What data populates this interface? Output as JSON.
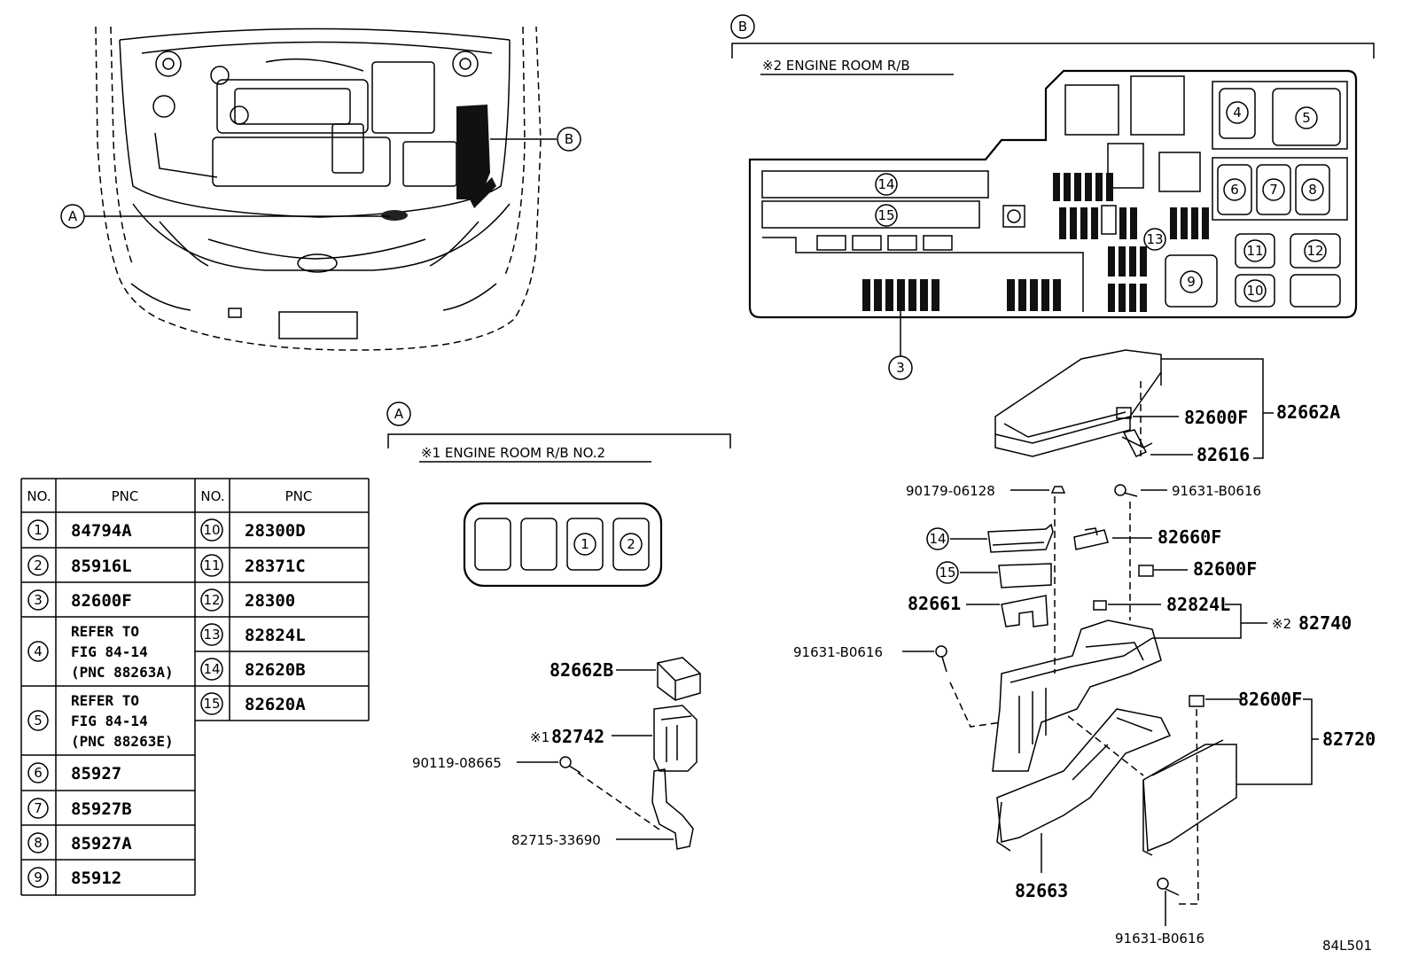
{
  "sections": {
    "a_label": "A",
    "b_label": "B",
    "a_title": "※1 ENGINE ROOM R/B NO.2",
    "b_title": "※2 ENGINE ROOM R/B"
  },
  "table": {
    "headers": [
      "NO.",
      "PNC",
      "NO.",
      "PNC"
    ],
    "left": [
      {
        "no": "1",
        "pnc": [
          "84794A"
        ]
      },
      {
        "no": "2",
        "pnc": [
          "85916L"
        ]
      },
      {
        "no": "3",
        "pnc": [
          "82600F"
        ]
      },
      {
        "no": "4",
        "pnc": [
          "REFER TO",
          "FIG 84-14",
          "(PNC 88263A)"
        ]
      },
      {
        "no": "5",
        "pnc": [
          "REFER TO",
          "FIG 84-14",
          "(PNC 88263E)"
        ]
      },
      {
        "no": "6",
        "pnc": [
          "85927"
        ]
      },
      {
        "no": "7",
        "pnc": [
          "85927B"
        ]
      },
      {
        "no": "8",
        "pnc": [
          "85927A"
        ]
      },
      {
        "no": "9",
        "pnc": [
          "85912"
        ]
      }
    ],
    "right": [
      {
        "no": "10",
        "pnc": "28300D"
      },
      {
        "no": "11",
        "pnc": "28371C"
      },
      {
        "no": "12",
        "pnc": "28300"
      },
      {
        "no": "13",
        "pnc": "82824L"
      },
      {
        "no": "14",
        "pnc": "82620B"
      },
      {
        "no": "15",
        "pnc": "82620A"
      }
    ]
  },
  "fusebox_b_numbers": [
    "14",
    "15",
    "4",
    "5",
    "6",
    "7",
    "8",
    "13",
    "11",
    "12",
    "9",
    "10",
    "3"
  ],
  "fusebox_a_numbers": [
    "1",
    "2"
  ],
  "parts_a": {
    "p82662B": "82662B",
    "p82742": "82742",
    "p82742_mark": "※1",
    "p90119": "90119-08665",
    "p82715": "82715-33690"
  },
  "parts_b": {
    "p82600F_top": "82600F",
    "p82662A": "82662A",
    "p82616": "82616",
    "p90179": "90179-06128",
    "p91631_top": "91631-B0616",
    "p82660F": "82660F",
    "p82600F_mid": "82600F",
    "p82661": "82661",
    "p82824L": "82824L",
    "p82740_mark": "※2",
    "p82740": "82740",
    "p91631_left": "91631-B0616",
    "p82600F_low": "82600F",
    "p82720": "82720",
    "p82663": "82663",
    "p91631_bottom": "91631-B0616",
    "c14": "14",
    "c15": "15"
  },
  "figure_code": "84L501"
}
